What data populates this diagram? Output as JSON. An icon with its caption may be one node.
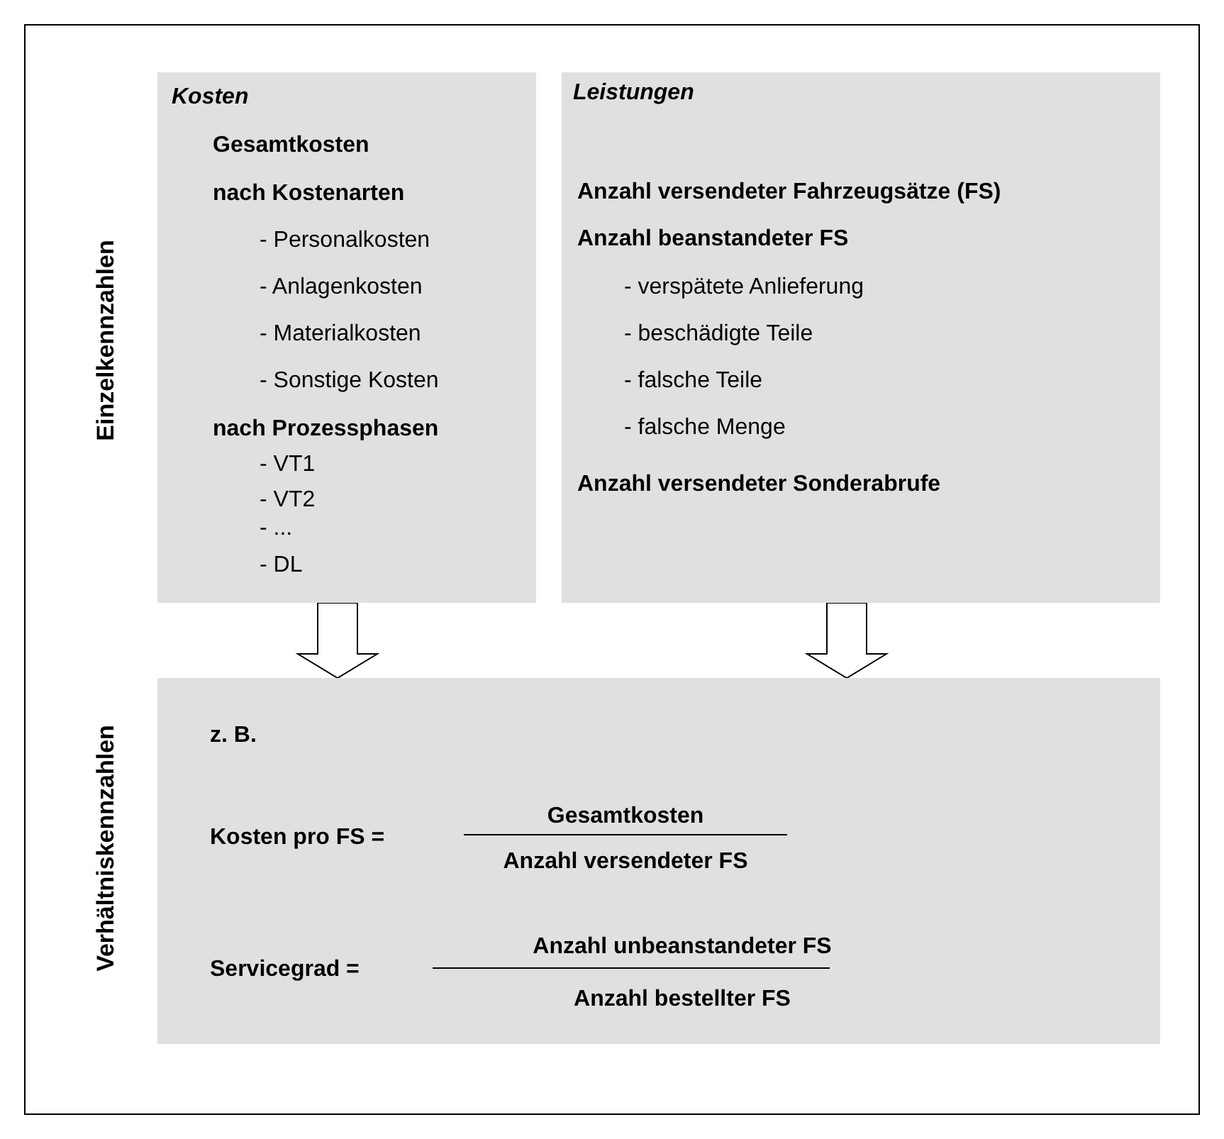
{
  "diagram": {
    "nodes": [
      {
        "text": [
          "Kosten",
          "Gesamtkosten",
          "nach Kostenarten",
          "- Personalkosten",
          "- Anlagenkosten",
          "- Materialkosten",
          "- Sonstige Kosten",
          "nach Prozessphasen",
          "- VT1",
          "- VT2",
          "- ...",
          "- DL"
        ]
      },
      {
        "text": [
          "Leistungen",
          "Anzahl versendeter Fahrzeugsätze (FS)",
          "Anzahl beanstandeter FS",
          "- verspätete Anlieferung",
          "- beschädigte Teile",
          "- falsche Teile",
          "- falsche Menge",
          "Anzahl versendeter Sonderabrufe"
        ]
      },
      {
        "text": [
          "z. B.",
          "Kosten pro FS =",
          "Gesamtkosten",
          "Anzahl versendeter FS",
          "Servicegrad =",
          "Anzahl unbeanstandeter FS",
          "Anzahl bestellter FS"
        ]
      }
    ],
    "edges": [
      {
        "from": 0,
        "to": 2,
        "arrow": "to"
      },
      {
        "from": 1,
        "to": 2,
        "arrow": "to"
      }
    ],
    "labels": [
      "Einzelkennzahlen",
      "Verhältniskennzahlen"
    ]
  }
}
